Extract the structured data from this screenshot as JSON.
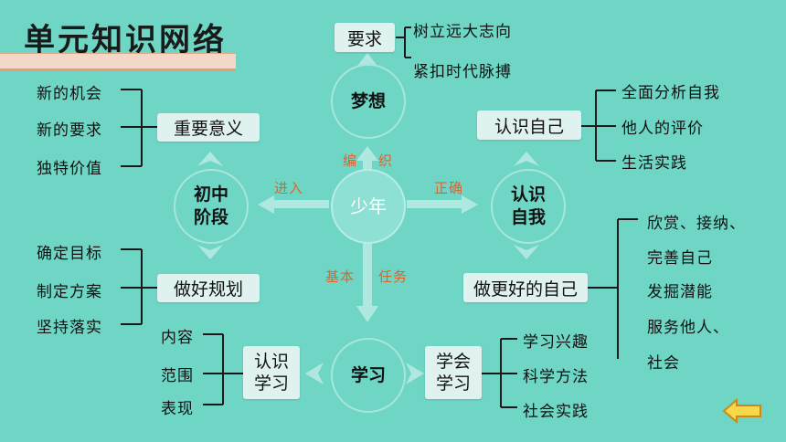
{
  "title": "单元知识网络",
  "center": "少年",
  "dream": {
    "node": "梦想",
    "box": "要求",
    "items": [
      "树立远大志向",
      "紧扣时代脉搏"
    ],
    "connector": [
      "编",
      "织"
    ]
  },
  "junior": {
    "node": "初中\n阶段",
    "connector": "进入",
    "meaning": {
      "box": "重要意义",
      "items": [
        "新的机会",
        "新的要求",
        "独特价值"
      ]
    },
    "plan": {
      "box": "做好规划",
      "items": [
        "确定目标",
        "制定方案",
        "坚持落实"
      ]
    }
  },
  "self": {
    "node": "认识\n自我",
    "connector": "正确",
    "know": {
      "box": "认识自己",
      "items": [
        "全面分析自我",
        "他人的评价",
        "生活实践"
      ]
    },
    "better": {
      "box": "做更好的自己",
      "items": [
        "欣赏、接纳、",
        "完善自己",
        "发掘潜能",
        "服务他人、",
        "社会"
      ]
    }
  },
  "study": {
    "node": "学习",
    "connector": [
      "基本",
      "任务"
    ],
    "know": {
      "box": "认识\n学习",
      "items": [
        "内容",
        "范围",
        "表现"
      ]
    },
    "learn": {
      "box": "学会\n学习",
      "items": [
        "学习兴趣",
        "科学方法",
        "社会实践"
      ]
    }
  },
  "back_icon": "back-arrow-icon"
}
